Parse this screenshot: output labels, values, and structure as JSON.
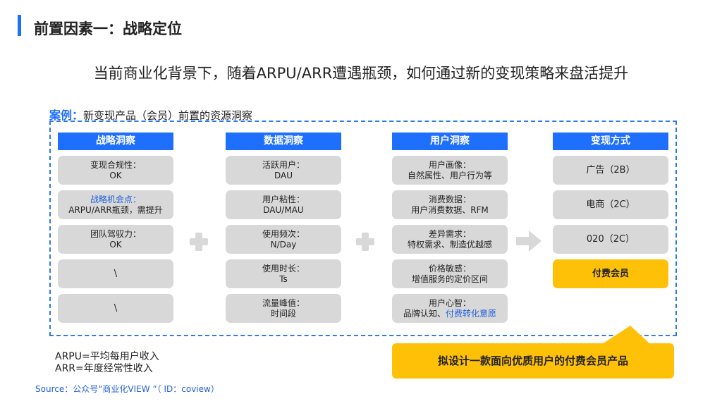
{
  "header": {
    "title": "前置因素一：战略定位",
    "subtitle": "当前商业化背景下，随着ARPU/ARR遭遇瓶颈，如何通过新的变现策略来盘活提升"
  },
  "case": {
    "key": "案例：",
    "text": "新变现产品（会员）前置的资源洞察"
  },
  "columns": [
    {
      "title": "战略洞察",
      "cards": [
        {
          "line1": "变现合规性：",
          "line2": "OK"
        },
        {
          "line1": "战略机会点：",
          "line2": "ARPU/ARR瓶颈，需提升"
        },
        {
          "line1": "团队驾驭力：",
          "line2": "OK"
        },
        {
          "line1": "\\"
        },
        {
          "line1": "\\"
        }
      ]
    },
    {
      "title": "数据洞察",
      "cards": [
        {
          "line1": "活跃用户：",
          "line2": "DAU"
        },
        {
          "line1": "用户粘性：",
          "line2": "DAU/MAU"
        },
        {
          "line1": "使用频次：",
          "line2": "N/Day"
        },
        {
          "line1": "使用时长：",
          "line2": "Ts"
        },
        {
          "line1": "流量峰值：",
          "line2": "时间段"
        }
      ]
    },
    {
      "title": "用户洞察",
      "cards": [
        {
          "line1": "用户画像：",
          "line2": "自然属性、用户行为等"
        },
        {
          "line1": "消费数据：",
          "line2": "用户消费数据、RFM"
        },
        {
          "line1": "差异需求：",
          "line2": "特权需求、制造优越感"
        },
        {
          "line1": "价格敏感：",
          "line2": "增值服务的定价区间"
        },
        {
          "line1": "用户心智：",
          "line2_a": "品牌认知、",
          "line2_b": "付费转化意愿"
        }
      ]
    },
    {
      "title": "变现方式",
      "cards": [
        {
          "line1": "广告（2B）"
        },
        {
          "line1": "电商（2C）"
        },
        {
          "line1": "020（2C）"
        },
        {
          "line1": "付费会员"
        }
      ]
    }
  ],
  "callout": "拟设计一款面向优质用户的付费会员产品",
  "notes": {
    "arpu": "ARPU=平均每用户收入",
    "arr": "ARR=年度经常性收入"
  },
  "source": "Source：公众号“商业化VIEW ”（ ID：coview）",
  "colors": {
    "accent_blue": "#1f6fff",
    "card_gray": "#d8d8d8",
    "highlight_gold": "#ffc107"
  },
  "icons": [
    "plus-icon",
    "plus-icon",
    "arrow-right-icon"
  ]
}
